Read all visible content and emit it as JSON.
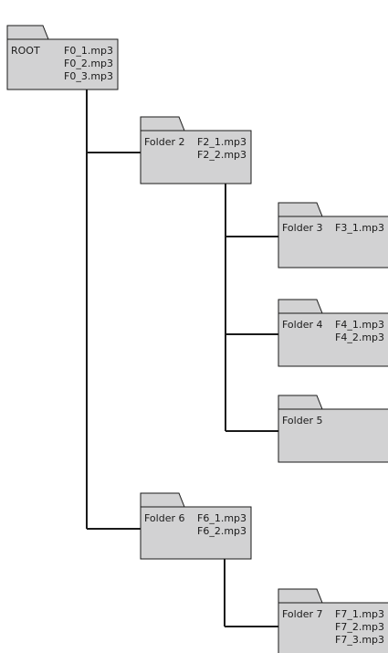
{
  "diagram": {
    "colors": {
      "folder_fill": "#d2d2d3",
      "stroke": "#1a1a1a",
      "text": "#1a1a1a"
    },
    "folders": [
      {
        "id": "root",
        "name": "ROOT",
        "files": [
          "F0_1.mp3",
          "F0_2.mp3",
          "F0_3.mp3"
        ]
      },
      {
        "id": "folder-2",
        "name": "Folder 2",
        "files": [
          "F2_1.mp3",
          "F2_2.mp3"
        ]
      },
      {
        "id": "folder-3",
        "name": "Folder 3",
        "files": [
          "F3_1.mp3"
        ]
      },
      {
        "id": "folder-4",
        "name": "Folder 4",
        "files": [
          "F4_1.mp3",
          "F4_2.mp3"
        ]
      },
      {
        "id": "folder-5",
        "name": "Folder 5",
        "files": []
      },
      {
        "id": "folder-6",
        "name": "Folder 6",
        "files": [
          "F6_1.mp3",
          "F6_2.mp3"
        ]
      },
      {
        "id": "folder-7",
        "name": "Folder 7",
        "files": [
          "F7_1.mp3",
          "F7_2.mp3",
          "F7_3.mp3"
        ]
      }
    ]
  }
}
